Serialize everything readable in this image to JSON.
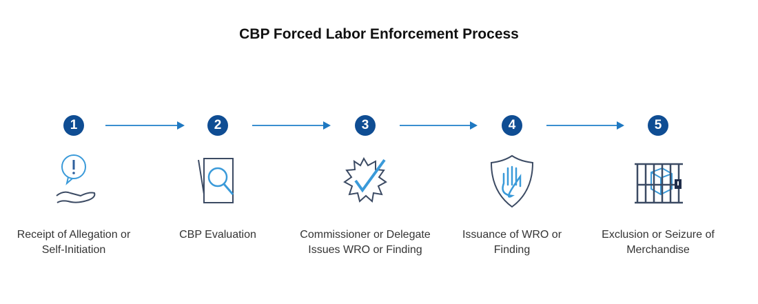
{
  "title": "CBP Forced Labor Enforcement Process",
  "colors": {
    "step_circle": "#0f4d93",
    "arrow": "#3a8fd0",
    "icon_dark": "#3b4a63",
    "icon_light": "#3a9ad9"
  },
  "steps": [
    {
      "number": "1",
      "icon": "hand-with-alert-bubble-icon",
      "label": "Receipt of Allegation or Self-Initiation"
    },
    {
      "number": "2",
      "icon": "document-magnifier-icon",
      "label": "CBP Evaluation"
    },
    {
      "number": "3",
      "icon": "seal-checkmark-icon",
      "label": "Commissioner or Delegate Issues WRO or Finding"
    },
    {
      "number": "4",
      "icon": "shield-hand-icon",
      "label": "Issuance of WRO or Finding"
    },
    {
      "number": "5",
      "icon": "caged-box-lock-icon",
      "label": "Exclusion or Seizure of Merchandise"
    }
  ]
}
